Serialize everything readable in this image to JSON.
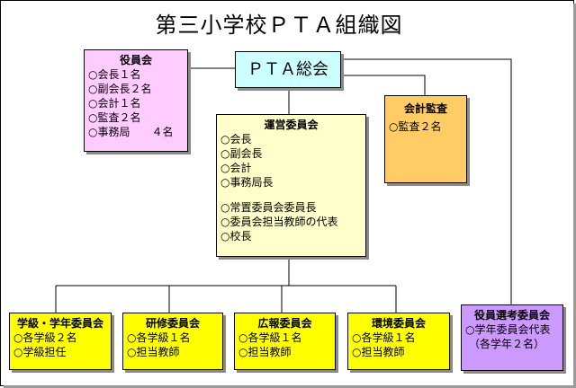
{
  "title": "第三小学校ＰＴＡ組織図",
  "colors": {
    "officers": "#ffccff",
    "pta_general": "#ccffff",
    "audit": "#ffcc66",
    "steering": "#ffffcc",
    "committees": "#ffff00",
    "election": "#cc99ff"
  },
  "pta_general": {
    "label": "ＰＴＡ総会"
  },
  "officers": {
    "title": "役員会",
    "items": [
      "○会長１名",
      "○副会長２名",
      "○会計１名",
      "○監査２名",
      "○事務局　　４名"
    ]
  },
  "audit": {
    "title": "会計監査",
    "items": [
      "○監査２名"
    ]
  },
  "steering": {
    "title": "運営委員会",
    "items": [
      "○会長",
      "○副会長",
      "○会計",
      "○事務局長"
    ],
    "items2": [
      "○常置委員会委員長",
      "○委員会担当教師の代表",
      "○校長"
    ]
  },
  "committees": [
    {
      "title": "学級・学年委員会",
      "items": [
        "○各学級２名",
        "○学級担任"
      ]
    },
    {
      "title": "研修委員会",
      "items": [
        "○各学級１名",
        "○担当教師"
      ]
    },
    {
      "title": "広報委員会",
      "items": [
        "○各学級１名",
        "○担当教師"
      ]
    },
    {
      "title": "環境委員会",
      "items": [
        "○各学級１名",
        "○担当教師"
      ]
    }
  ],
  "election": {
    "title": "役員選考委員会",
    "items": [
      "○学年委員会代表",
      "（各学年２名）"
    ]
  }
}
